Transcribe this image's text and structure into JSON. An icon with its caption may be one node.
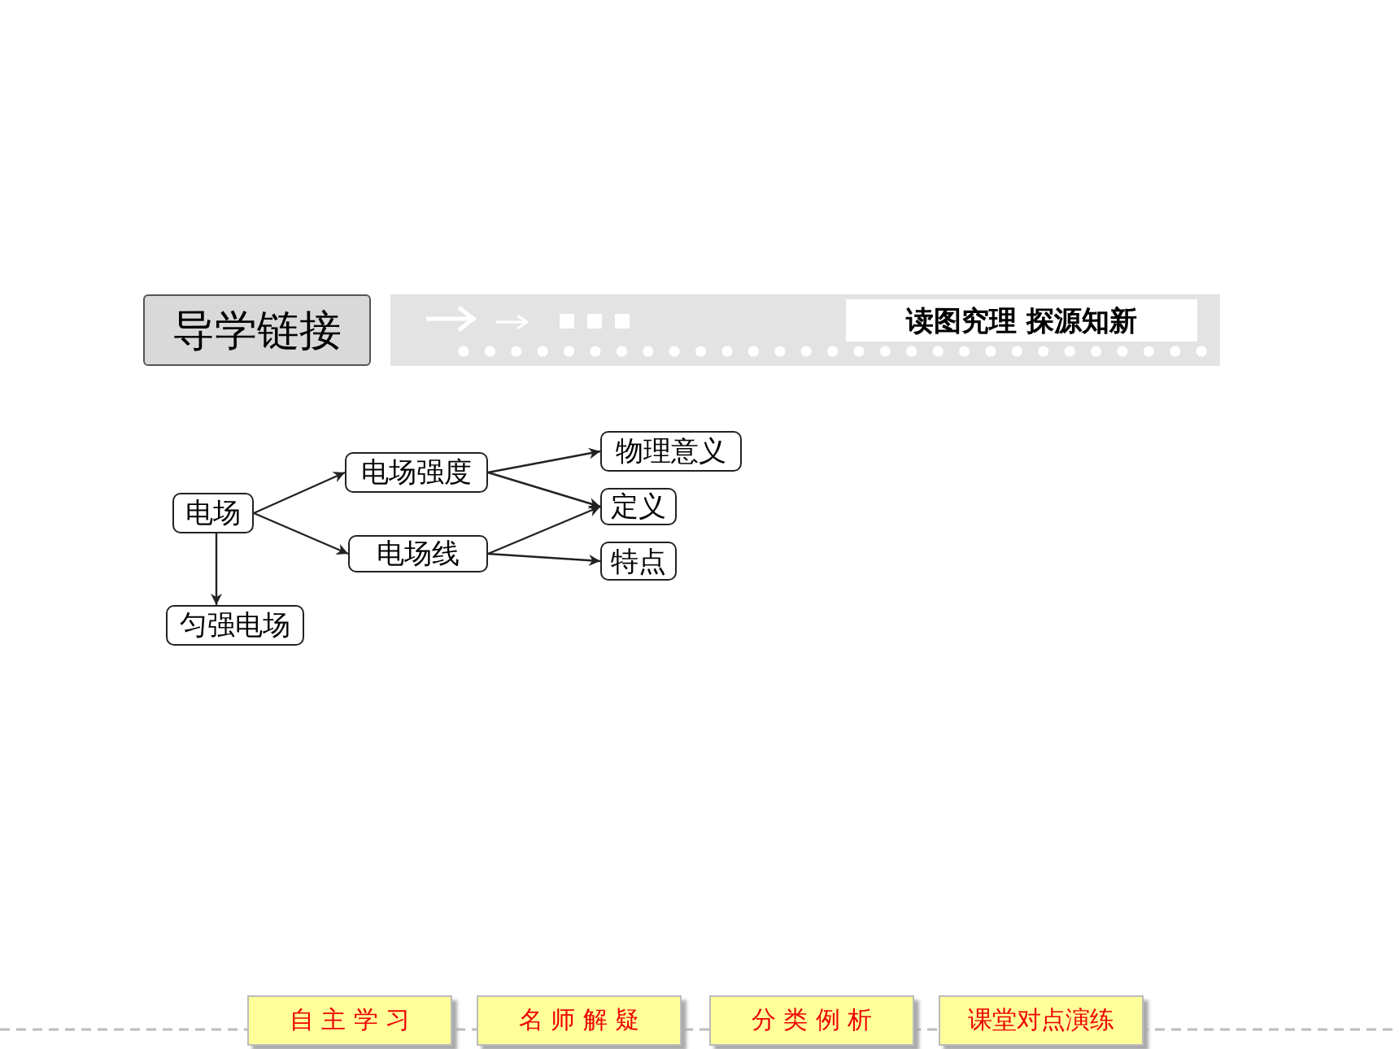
{
  "diagram": {
    "title": "导学链接",
    "nodes": [
      {
        "text": [
          "电场"
        ]
      },
      {
        "text": [
          "电场强度"
        ]
      },
      {
        "text": [
          "电场线"
        ]
      },
      {
        "text": [
          "匀强电场"
        ]
      },
      {
        "text": [
          "物理意义"
        ]
      },
      {
        "text": [
          "定义"
        ]
      },
      {
        "text": [
          "特点"
        ]
      }
    ],
    "edges": [
      {
        "from": 0,
        "to": 1,
        "arrow": "to"
      },
      {
        "from": 0,
        "to": 2,
        "arrow": "to"
      },
      {
        "from": 0,
        "to": 3,
        "arrow": "to"
      },
      {
        "from": 1,
        "to": 4,
        "arrow": "to"
      },
      {
        "from": 1,
        "to": 5,
        "arrow": "to"
      },
      {
        "from": 2,
        "to": 5,
        "arrow": "to"
      },
      {
        "from": 2,
        "to": 6,
        "arrow": "to"
      }
    ],
    "labels": [
      "读图究理 探源知新",
      "自 主 学 习",
      "名 师 解 疑",
      "分 类 例 析",
      "课堂对点演练"
    ]
  }
}
